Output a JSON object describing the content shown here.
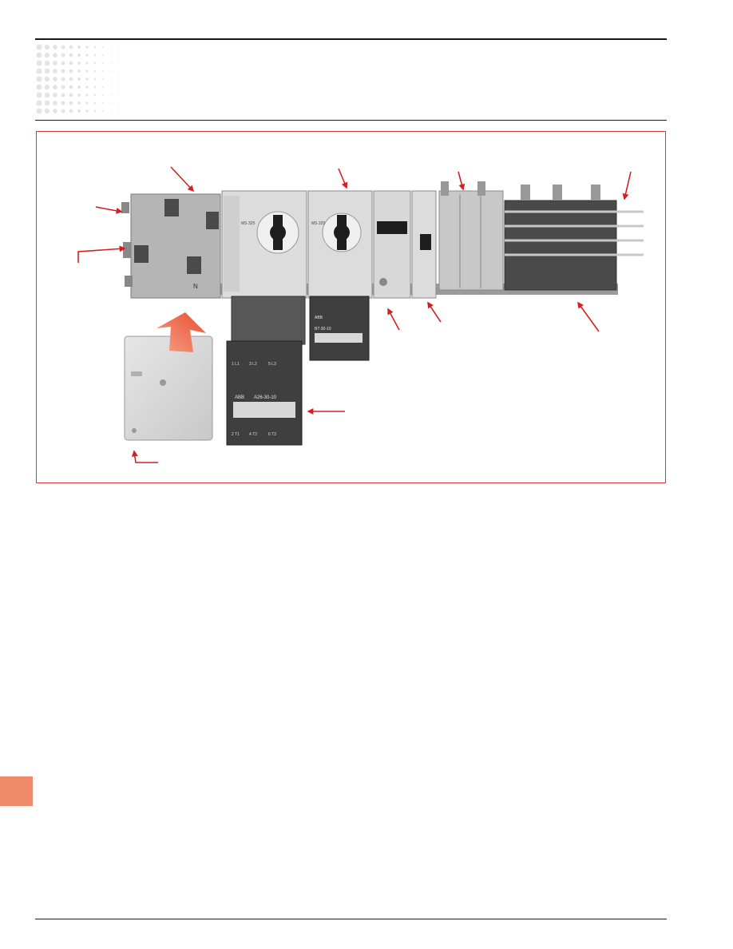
{
  "header": {
    "rule_color": "#1a1a1a",
    "dot_pattern_color": "#e4e4e4"
  },
  "figure": {
    "frame_color": "#d23a3a",
    "arrow_color": "#d42020",
    "large_arrow_color": "#ee6a4a",
    "components": [
      {
        "name": "neutral-terminal-block",
        "icon": "terminal-block-icon"
      },
      {
        "name": "motor-starter-1",
        "icon": "rotary-switch-icon",
        "labels": [
          "MS 325"
        ]
      },
      {
        "name": "motor-starter-2",
        "icon": "rotary-switch-icon",
        "labels": [
          "MS 325"
        ]
      },
      {
        "name": "circuit-breaker",
        "icon": "breaker-icon"
      },
      {
        "name": "residual-current-device",
        "icon": "rcd-icon"
      },
      {
        "name": "terminal-blocks",
        "icon": "terminal-icon"
      },
      {
        "name": "busbar-system",
        "icon": "busbar-icon"
      },
      {
        "name": "contactor-large",
        "icon": "contactor-icon",
        "labels": [
          "ABB",
          "A26-30-10"
        ]
      },
      {
        "name": "contactor-small",
        "icon": "contactor-icon",
        "labels": [
          "ABB",
          "B7-30-10"
        ]
      },
      {
        "name": "cover-plate",
        "icon": "cover-icon"
      }
    ],
    "text_labels": {
      "contactor_large_brand": "ABB",
      "contactor_large_model": "A26-30-10",
      "contactor_small_brand": "ABB",
      "contactor_small_model": "B7-30-10",
      "neutral_mark": "N",
      "starter_1_label": "MS 325",
      "starter_2_label": "MS 325",
      "pole_top": [
        "1 L1",
        "3 L2",
        "5 L3"
      ],
      "pole_bottom": [
        "2 T1",
        "4 T2",
        "6 T3"
      ]
    }
  },
  "side_tab": {
    "color": "#ee8a6a"
  }
}
